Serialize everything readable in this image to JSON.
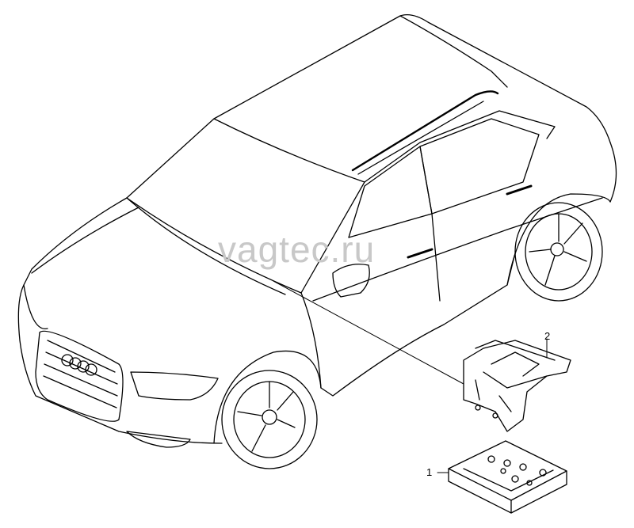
{
  "watermark": "vagtec.ru",
  "callouts": [
    {
      "label": "1"
    },
    {
      "label": "2"
    }
  ]
}
